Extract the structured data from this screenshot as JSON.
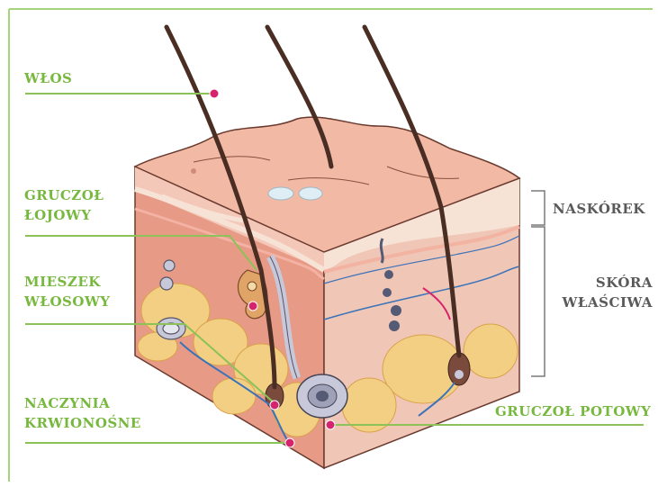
{
  "colors": {
    "frame": "#a6d47a",
    "label_green": "#77b83f",
    "label_gray": "#5a5a5a",
    "leader": "#8cc257",
    "pointer": "#d6236e",
    "epidermis": "#f2b9a5",
    "dermis": "#e79a86",
    "fat": "#f3cf83",
    "hair": "#4a2e24",
    "gland": "#c7c9da",
    "vessel": "#3b73b9"
  },
  "labels": {
    "wlos": "WŁOS",
    "gruczol_lojowy": [
      "GRUCZOŁ",
      "ŁOJOWY"
    ],
    "mieszek_wlosowy": [
      "MIESZEK",
      "WŁOSOWY"
    ],
    "naczynia_krwionosne": [
      "NACZYNIA",
      "KRWIONOŚNE"
    ],
    "gruczol_potowy": "GRUCZOŁ POTOWY",
    "naskorek": "NASKÓREK",
    "skora_wlasciwa": [
      "SKÓRA",
      "WŁAŚCIWA"
    ]
  }
}
